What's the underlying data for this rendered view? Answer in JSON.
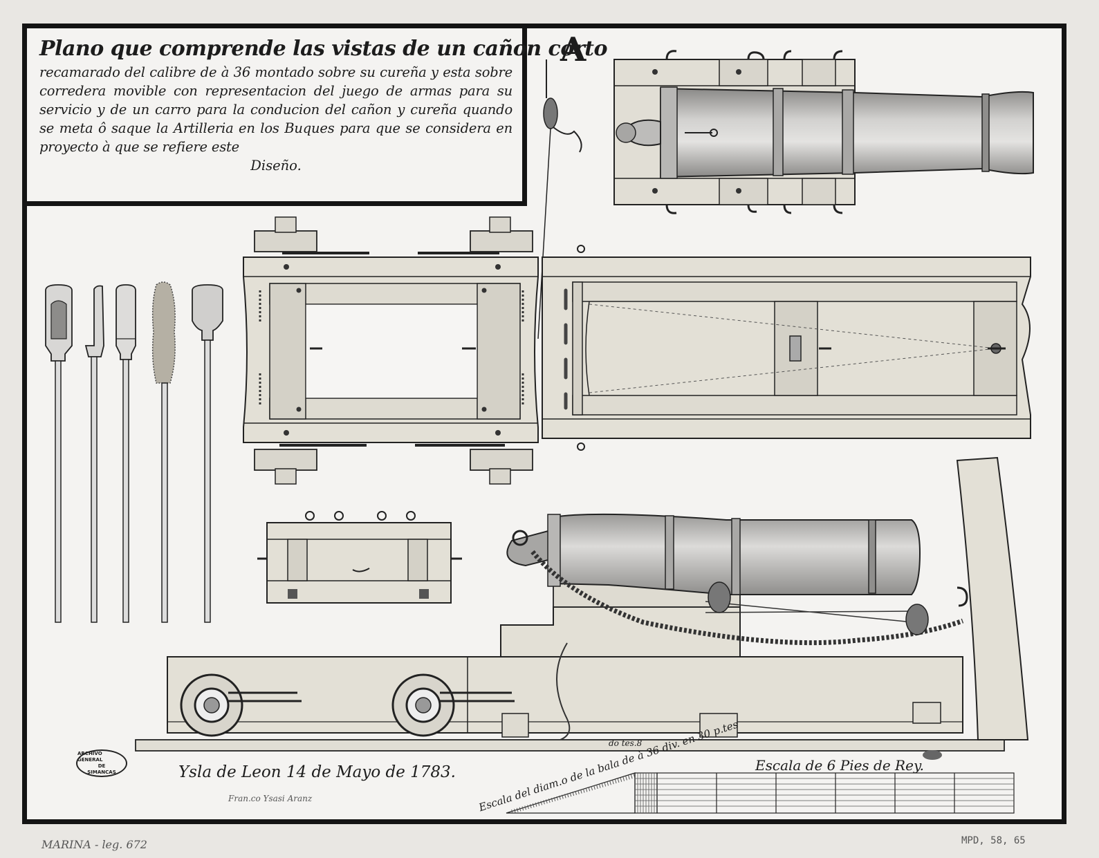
{
  "title": {
    "line1": "Plano que comprende las vistas de un cañon corto",
    "body": "recamarado del calibre de à 36 montado sobre su cureña y esta sobre corredera movible con representacion del juego de armas para su servicio y de un carro para la conducion del cañon y cureña quando se meta ô saque la Artilleria en los Buques para que se considera en proyecto à que se refiere este",
    "end": "Diseño."
  },
  "label_a": "A",
  "place_date": "Ysla de Leon 14 de Mayo de 1783.",
  "signature": "Fran.co Ysasi Aranz",
  "scale_feet": "Escala de 6 Pies de Rey.",
  "scale_ball": "Escala del diam.o de la bala de à 36 div. en 30 p.tes",
  "scale_ball_sup": "do  tes.8",
  "stamp": {
    "l1": "ARCHIVO GENERAL",
    "l2": "DE",
    "l3": "SIMANCAS"
  },
  "archive_left": "MARINA - leg. 672",
  "archive_right": "MPD, 58, 65",
  "colors": {
    "ink": "#1c1c1c",
    "wood": "#e3e0d6",
    "metal": "#cfcdca",
    "paper": "#f4f3f1"
  }
}
